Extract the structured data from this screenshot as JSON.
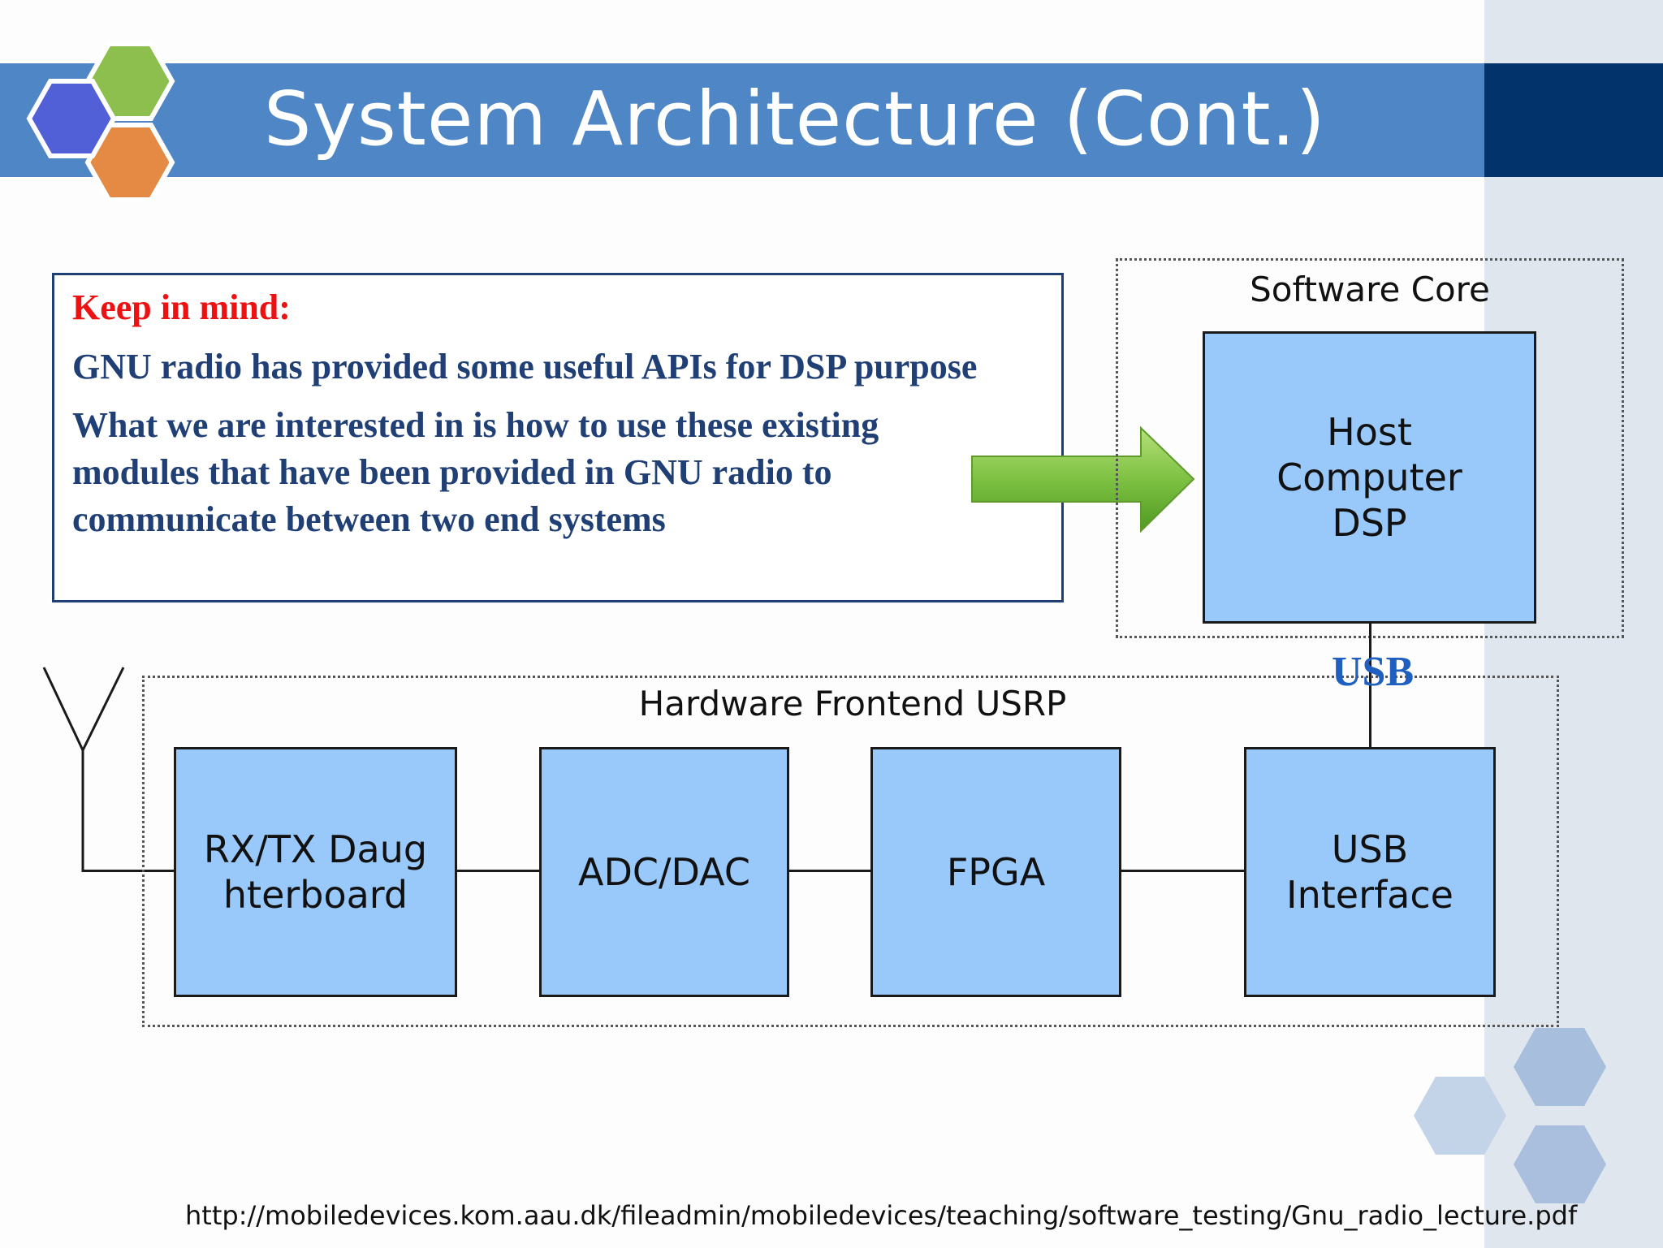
{
  "slide": {
    "title": "System Architecture (Cont.)",
    "colors": {
      "title_bar": "#4f86c6",
      "title_bar_dark": "#02336b",
      "block_fill": "#99c9fb",
      "note_heading": "#ee1111",
      "note_text": "#1f3f75",
      "usb_label": "#1e5fbf",
      "arrow": "#7dc142"
    }
  },
  "note": {
    "heading": "Keep in mind:",
    "lines": [
      "GNU radio has provided some useful APIs for DSP purpose",
      "What we are interested in is how to use these existing modules that have been provided  in GNU radio to communicate between two end systems"
    ]
  },
  "software_core": {
    "label": "Software Core",
    "block": "Host Computer DSP"
  },
  "connection_label": "USB",
  "hardware_frontend": {
    "label": "Hardware Frontend   USRP",
    "blocks": [
      "RX/TX Daughterboard",
      "ADC/DAC",
      "FPGA",
      "USB Interface"
    ]
  },
  "icons": [
    "logo-hexagons-icon",
    "arrow-right-icon",
    "antenna-icon",
    "decorative-hexagons-icon"
  ],
  "source_url": "http://mobiledevices.kom.aau.dk/fileadmin/mobiledevices/teaching/software_testing/Gnu_radio_lecture.pdf"
}
